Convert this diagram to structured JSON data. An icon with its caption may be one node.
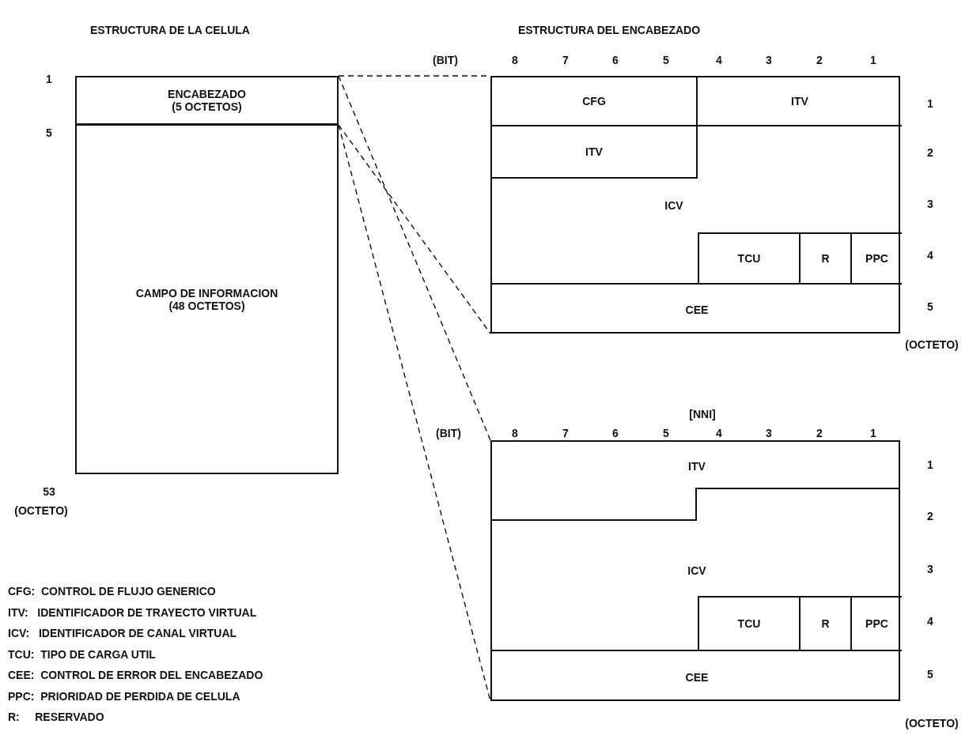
{
  "diagram": {
    "nodes": [
      {
        "text": [
          "ENCABEZADO (5 OCTETOS)"
        ]
      },
      {
        "text": [
          "CAMPO DE INFORMACION (48 OCTETOS)"
        ]
      },
      {
        "text": [],
        "shape": "box"
      },
      {
        "text": [
          "CFG"
        ],
        "in": 2
      },
      {
        "text": [
          "ITV"
        ],
        "in": 2
      },
      {
        "text": [
          "ITV"
        ],
        "in": 2
      },
      {
        "text": [
          "ICV"
        ],
        "in": 2
      },
      {
        "text": [
          "TCU"
        ],
        "in": 2
      },
      {
        "text": [
          "R"
        ],
        "in": 2
      },
      {
        "text": [
          "PPC"
        ],
        "in": 2
      },
      {
        "text": [
          "CEE"
        ],
        "in": 2
      },
      {
        "text": [],
        "shape": "box"
      },
      {
        "text": [
          "ITV"
        ],
        "in": 11
      },
      {
        "text": [
          "ICV"
        ],
        "in": 11
      },
      {
        "text": [
          "TCU"
        ],
        "in": 11
      },
      {
        "text": [
          "R"
        ],
        "in": 11
      },
      {
        "text": [
          "PPC"
        ],
        "in": 11
      },
      {
        "text": [
          "CEE"
        ],
        "in": 11
      }
    ],
    "edges": [
      {
        "from": 0,
        "to": 2,
        "arrow": "none",
        "style": "dashed"
      },
      {
        "from": 0,
        "to": 2,
        "arrow": "none",
        "style": "dashed"
      },
      {
        "from": 0,
        "to": 11,
        "arrow": "none",
        "style": "dashed"
      },
      {
        "from": 0,
        "to": 11,
        "arrow": "none",
        "style": "dashed"
      }
    ],
    "labels": [
      "ESTRUCTURA DE LA CELULA",
      "ESTRUCTURA DEL ENCABEZADO",
      "(BIT)",
      "8",
      "7",
      "6",
      "5",
      "4",
      "3",
      "2",
      "1",
      "1",
      "1",
      "2",
      "3",
      "4",
      "5",
      "5",
      "(OCTETO)",
      "[NNI]",
      "(BIT)",
      "8",
      "7",
      "6",
      "5",
      "4",
      "3",
      "2",
      "1",
      "1",
      "2",
      "53",
      "(OCTETO)",
      "3",
      "4",
      "5",
      "CFG:  CONTROL DE FLUJO GENERICO",
      "ITV:   IDENTIFICADOR DE TRAYECTO VIRTUAL",
      "ICV:   IDENTIFICADOR DE CANAL VIRTUAL",
      "TCU:  TIPO DE CARGA UTIL",
      "CEE:  CONTROL DE ERROR DEL ENCABEZADO",
      "PPC:  PRIORIDAD DE PERDIDA DE CELULA",
      "R:     RESERVADO",
      "(OCTETO)"
    ]
  }
}
